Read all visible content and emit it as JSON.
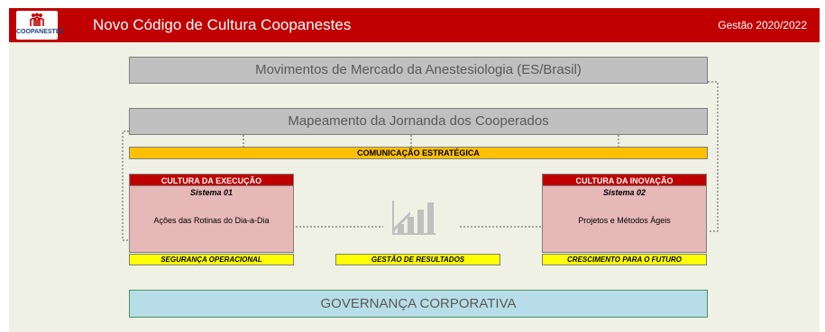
{
  "header": {
    "logo_text": "COOPANESTES",
    "title": "Novo Código de Cultura Coopanestes",
    "period": "Gestão 2020/2022"
  },
  "diagram": {
    "market_movements": "Movimentos de Mercado da Anestesiologia (ES/Brasil)",
    "journey_mapping": "Mapeamento da Jornanda dos Cooperados",
    "communication": "COMUNICAÇÃO ESTRATÉGICA",
    "execution": {
      "title": "CULTURA DA EXECUÇÃO",
      "system": "Sistema 01",
      "description": "Ações das Rotinas do Dia-a-Dia",
      "footer": "SEGURANÇA OPERACIONAL"
    },
    "results": {
      "icon": "bar-chart-icon",
      "footer": "GESTÃO DE RESULTADOS"
    },
    "innovation": {
      "title": "CULTURA DA INOVAÇÃO",
      "system": "Sistema 02",
      "description": "Projetos e Métodos Ágeis",
      "footer": "CRESCIMENTO PARA O FUTURO"
    },
    "governance": "GOVERNANÇA CORPORATIVA"
  },
  "colors": {
    "header_red": "#c00000",
    "canvas_bg": "#eef1e4",
    "gray_bar": "#c0c0c0",
    "communication_orange": "#ffc000",
    "block_pink": "#e6b8b7",
    "footer_yellow": "#ffff00",
    "governance_blue": "#b7dee8"
  }
}
